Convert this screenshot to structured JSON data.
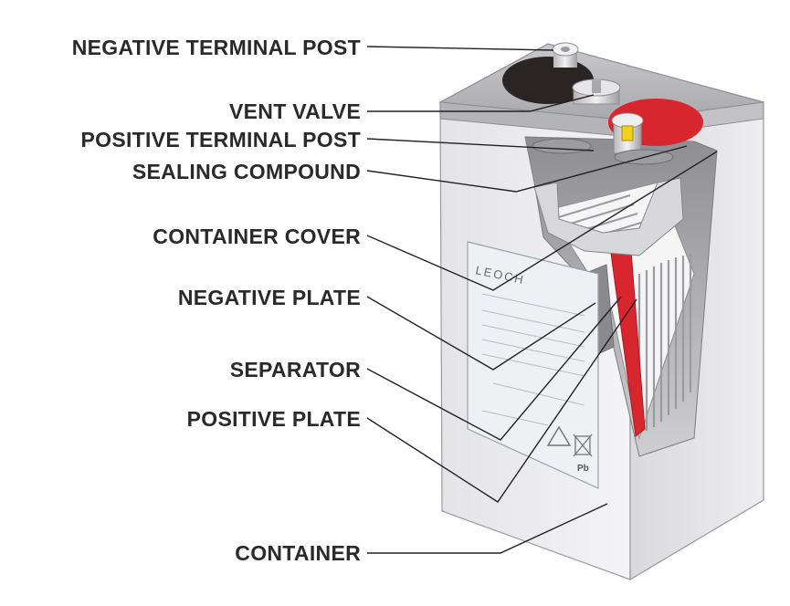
{
  "labels": {
    "negative_terminal_post": "NEGATIVE TERMINAL POST",
    "vent_valve": "VENT VALVE",
    "positive_terminal_post": "POSITIVE TERMINAL POST",
    "sealing_compound": "SEALING COMPOUND",
    "container_cover": "CONTAINER COVER",
    "negative_plate": "NEGATIVE PLATE",
    "separator": "SEPARATOR",
    "positive_plate": "POSITIVE PLATE",
    "container": "CONTAINER"
  },
  "product_label": {
    "brand": "LEOCH",
    "recycling_mark": "Pb"
  },
  "colors": {
    "positive": "#d8262e",
    "negative_cap": "#2b2425",
    "container": "#ececee",
    "label_text": "#2a2a2a"
  }
}
